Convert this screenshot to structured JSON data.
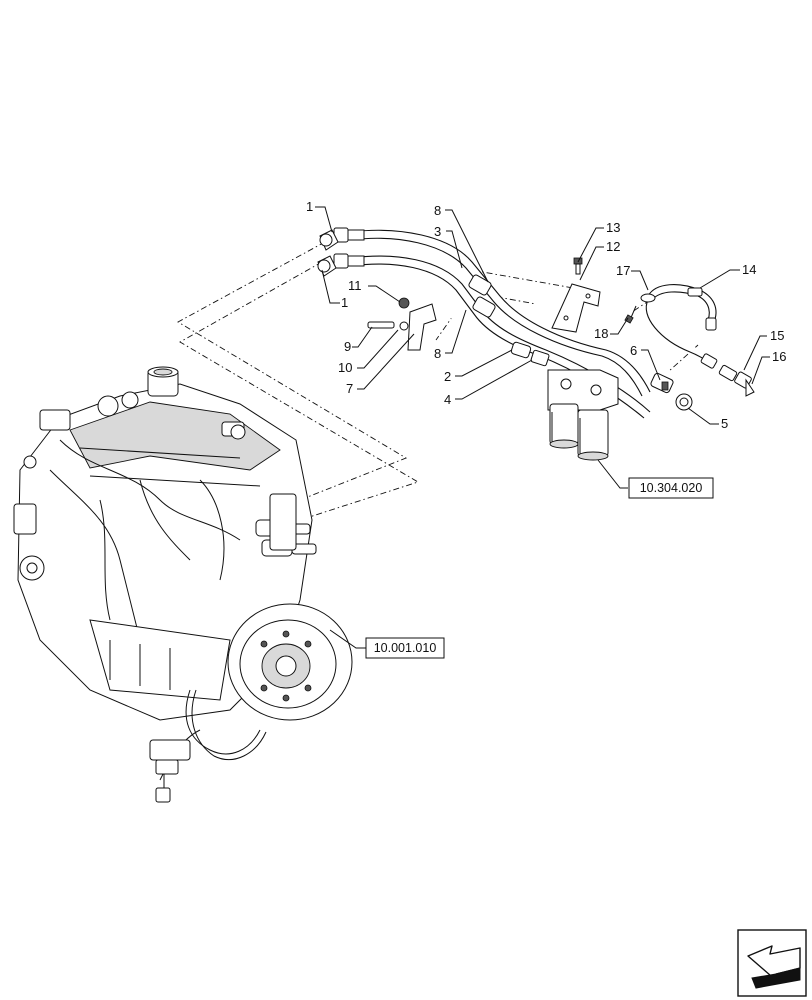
{
  "callouts": {
    "c1a": "1",
    "c1b": "1",
    "c2": "2",
    "c3": "3",
    "c4": "4",
    "c5": "5",
    "c6": "6",
    "c7": "7",
    "c8a": "8",
    "c8b": "8",
    "c9": "9",
    "c10": "10",
    "c11": "11",
    "c12": "12",
    "c13": "13",
    "c14": "14",
    "c15": "15",
    "c16": "16",
    "c17": "17",
    "c18": "18"
  },
  "references": {
    "filter_ref": "10.304.020",
    "engine_ref": "10.001.010"
  },
  "icons": {
    "nav": "arrow-back-icon"
  }
}
